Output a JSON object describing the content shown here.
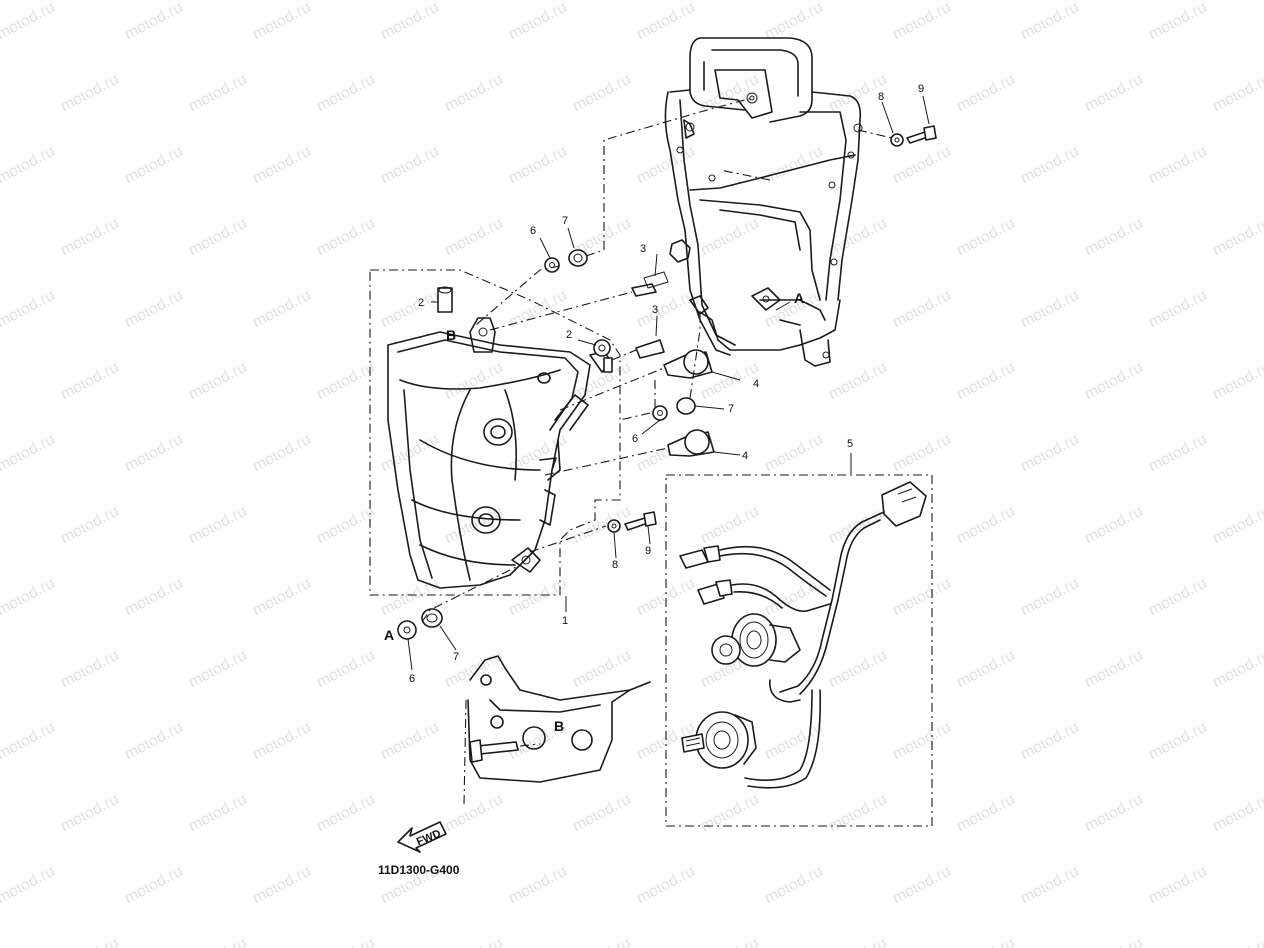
{
  "diagram": {
    "watermark_text": "motod.ru",
    "part_code": "11D1300-G400",
    "fwd_label": "FWD",
    "callouts": {
      "c1": "1",
      "c2a": "2",
      "c2b": "2",
      "c3a": "3",
      "c3b": "3",
      "c4a": "4",
      "c4b": "4",
      "c5": "5",
      "c6a": "6",
      "c6b": "6",
      "c6c": "6",
      "c7a": "7",
      "c7b": "7",
      "c7c": "7",
      "c8a": "8",
      "c8b": "8",
      "c9a": "9",
      "c9b": "9"
    },
    "refs": {
      "a1": "A",
      "a2": "A",
      "b1": "B",
      "b2": "B"
    }
  }
}
